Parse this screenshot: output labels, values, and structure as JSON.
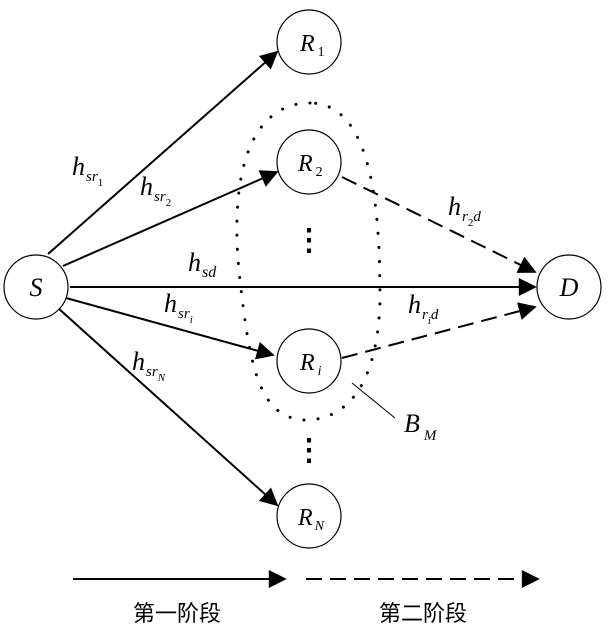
{
  "nodes": {
    "S": {
      "label": "S"
    },
    "D": {
      "label": "D"
    },
    "R1": {
      "base": "R",
      "sub": "1"
    },
    "R2": {
      "base": "R",
      "sub": "2"
    },
    "Ri": {
      "base": "R",
      "sub": "i"
    },
    "RN": {
      "base": "R",
      "sub": "N"
    }
  },
  "edge_labels": {
    "h_sr1": {
      "base": "h",
      "sub": "sr",
      "subsub": "1"
    },
    "h_sr2": {
      "base": "h",
      "sub": "sr",
      "subsub": "2"
    },
    "h_sd": {
      "base": "h",
      "sub": "sd"
    },
    "h_sri": {
      "base": "h",
      "sub": "sr",
      "subsub": "i"
    },
    "h_srN": {
      "base": "h",
      "sub": "sr",
      "subsub": "N"
    },
    "h_r2d": {
      "base": "h",
      "sub": "r",
      "subsub": "2",
      "tail": "d"
    },
    "h_rid": {
      "base": "h",
      "sub": "r",
      "subsub": "i",
      "tail": "d"
    }
  },
  "set_label": {
    "base": "B",
    "sub": "M"
  },
  "vertical_ellipsis": "⋮",
  "legend": {
    "phase1": "第一阶段",
    "phase2": "第二阶段"
  }
}
